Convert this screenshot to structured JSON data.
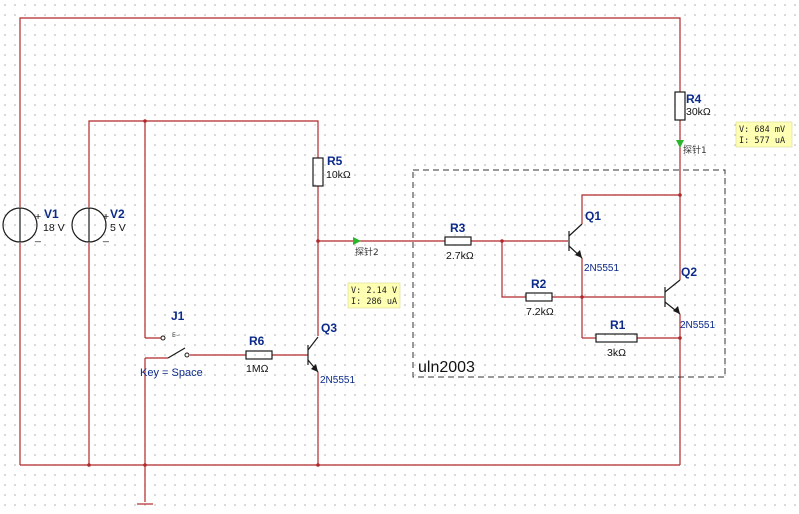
{
  "components": {
    "v1": {
      "ref": "V1",
      "value": "18 V",
      "plus": "+",
      "minus": "_"
    },
    "v2": {
      "ref": "V2",
      "value": "5 V",
      "plus": "+",
      "minus": "_"
    },
    "r1": {
      "ref": "R1",
      "value": "3kΩ"
    },
    "r2": {
      "ref": "R2",
      "value": "7.2kΩ"
    },
    "r3": {
      "ref": "R3",
      "value": "2.7kΩ"
    },
    "r4": {
      "ref": "R4",
      "value": "30kΩ"
    },
    "r5": {
      "ref": "R5",
      "value": "10kΩ"
    },
    "r6": {
      "ref": "R6",
      "value": "1MΩ"
    },
    "q1": {
      "ref": "Q1",
      "model": "2N5551"
    },
    "q2": {
      "ref": "Q2",
      "model": "2N5551"
    },
    "q3": {
      "ref": "Q3",
      "model": "2N5551"
    },
    "j1": {
      "ref": "J1",
      "key": "Key = Space",
      "sub": "E∽"
    }
  },
  "subcircuit": {
    "label": "uln2003"
  },
  "probes": {
    "probe1": {
      "name": "探针1",
      "voltage": "V: 684 mV",
      "current": "I: 577 uA"
    },
    "probe2": {
      "name": "探针2",
      "voltage": "V: 2.14 V",
      "current": "I: 286 uA"
    }
  },
  "colors": {
    "wire": "#b0282a",
    "label": "#0b2a8a",
    "probe_fill": "#ffffb4",
    "probe_arrow": "#2bb52b"
  }
}
